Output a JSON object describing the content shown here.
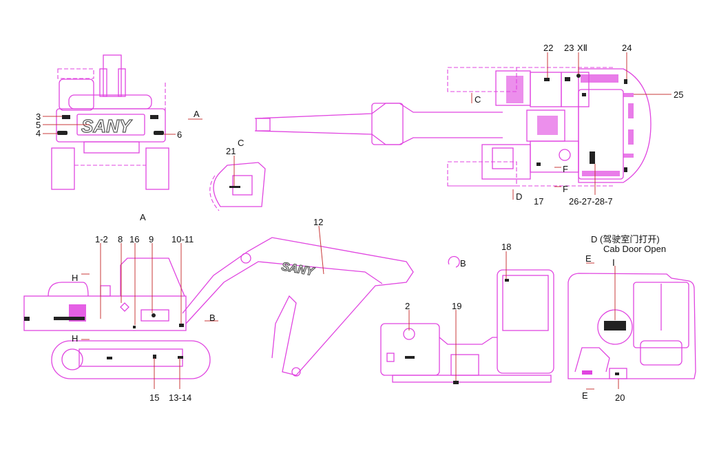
{
  "colors": {
    "line": "#e044e0",
    "leader": "#c83838",
    "text": "#111111"
  },
  "rear_view": {
    "logo": "SANY",
    "labels": [
      "3",
      "5",
      "4",
      "6"
    ],
    "view_marker": "A"
  },
  "top_view": {
    "labels": [
      "22",
      "23",
      "XⅡ",
      "24",
      "25",
      "17",
      "26-27-28-7"
    ],
    "section_markers": [
      "C",
      "D",
      "F",
      "F"
    ]
  },
  "bucket_view": {
    "title": "C",
    "labels": [
      "21"
    ]
  },
  "side_view": {
    "title": "A",
    "labels": [
      "1-2",
      "8",
      "16",
      "9",
      "10-11",
      "12",
      "15",
      "13-14"
    ],
    "section_markers": [
      "H",
      "H",
      "B"
    ],
    "boom_logo": "SANY"
  },
  "front_view": {
    "title": "B",
    "labels": [
      "2",
      "19",
      "18"
    ]
  },
  "cab_view": {
    "title": "D (驾驶室门打开)",
    "subtitle": "Cab Door Open",
    "labels": [
      "Ⅰ",
      "20"
    ],
    "section_markers": [
      "E",
      "E"
    ]
  }
}
